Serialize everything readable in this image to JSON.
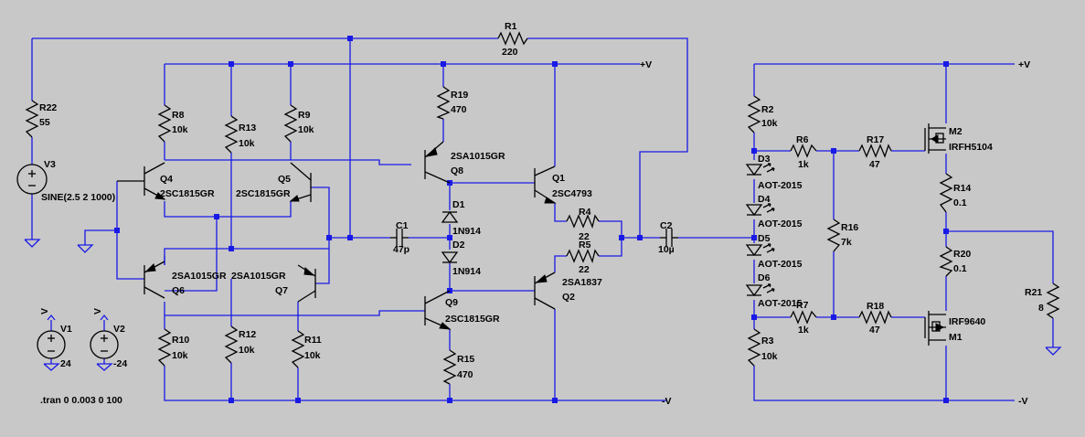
{
  "nets": {
    "pos": "+V",
    "neg": "-V"
  },
  "directive": ".tran 0 0.003 0 100",
  "sources": {
    "V1": {
      "name": "V1",
      "value": "24"
    },
    "V2": {
      "name": "V2",
      "value": "-24"
    },
    "V3": {
      "name": "V3",
      "value": "SINE(2.5 2 1000)"
    }
  },
  "resistors": {
    "R1": {
      "name": "R1",
      "value": "220"
    },
    "R2": {
      "name": "R2",
      "value": "10k"
    },
    "R3": {
      "name": "R3",
      "value": "10k"
    },
    "R4": {
      "name": "R4",
      "value": "22"
    },
    "R5": {
      "name": "R5",
      "value": "22"
    },
    "R6": {
      "name": "R6",
      "value": "1k"
    },
    "R7": {
      "name": "R7",
      "value": "1k"
    },
    "R8": {
      "name": "R8",
      "value": "10k"
    },
    "R9": {
      "name": "R9",
      "value": "10k"
    },
    "R10": {
      "name": "R10",
      "value": "10k"
    },
    "R11": {
      "name": "R11",
      "value": "10k"
    },
    "R12": {
      "name": "R12",
      "value": "10k"
    },
    "R13": {
      "name": "R13",
      "value": "10k"
    },
    "R14": {
      "name": "R14",
      "value": "0.1"
    },
    "R15": {
      "name": "R15",
      "value": "470"
    },
    "R16": {
      "name": "R16",
      "value": "7k"
    },
    "R17": {
      "name": "R17",
      "value": "47"
    },
    "R18": {
      "name": "R18",
      "value": "47"
    },
    "R19": {
      "name": "R19",
      "value": "470"
    },
    "R20": {
      "name": "R20",
      "value": "0.1"
    },
    "R21": {
      "name": "R21",
      "value": "8"
    },
    "R22": {
      "name": "R22",
      "value": "55"
    }
  },
  "capacitors": {
    "C1": {
      "name": "C1",
      "value": "47p"
    },
    "C2": {
      "name": "C2",
      "value": "10µ"
    }
  },
  "diodes": {
    "D1": {
      "name": "D1",
      "value": "1N914"
    },
    "D2": {
      "name": "D2",
      "value": "1N914"
    },
    "D3": {
      "name": "D3",
      "value": "AOT-2015"
    },
    "D4": {
      "name": "D4",
      "value": "AOT-2015"
    },
    "D5": {
      "name": "D5",
      "value": "AOT-2015"
    },
    "D6": {
      "name": "D6",
      "value": "AOT-2015"
    }
  },
  "transistors": {
    "Q1": {
      "name": "Q1",
      "value": "2SC4793"
    },
    "Q2": {
      "name": "Q2",
      "value": "2SA1837"
    },
    "Q4": {
      "name": "Q4",
      "value": "2SC1815GR"
    },
    "Q5": {
      "name": "Q5",
      "value": "2SC1815GR"
    },
    "Q6": {
      "name": "Q6",
      "value": "2SA1015GR"
    },
    "Q7": {
      "name": "Q7",
      "value": "2SA1015GR"
    },
    "Q8": {
      "name": "Q8",
      "value": "2SA1015GR"
    },
    "Q9": {
      "name": "Q9",
      "value": "2SC1815GR"
    },
    "M1": {
      "name": "M1",
      "value": "IRF9640"
    },
    "M2": {
      "name": "M2",
      "value": "IRFH5104"
    }
  }
}
